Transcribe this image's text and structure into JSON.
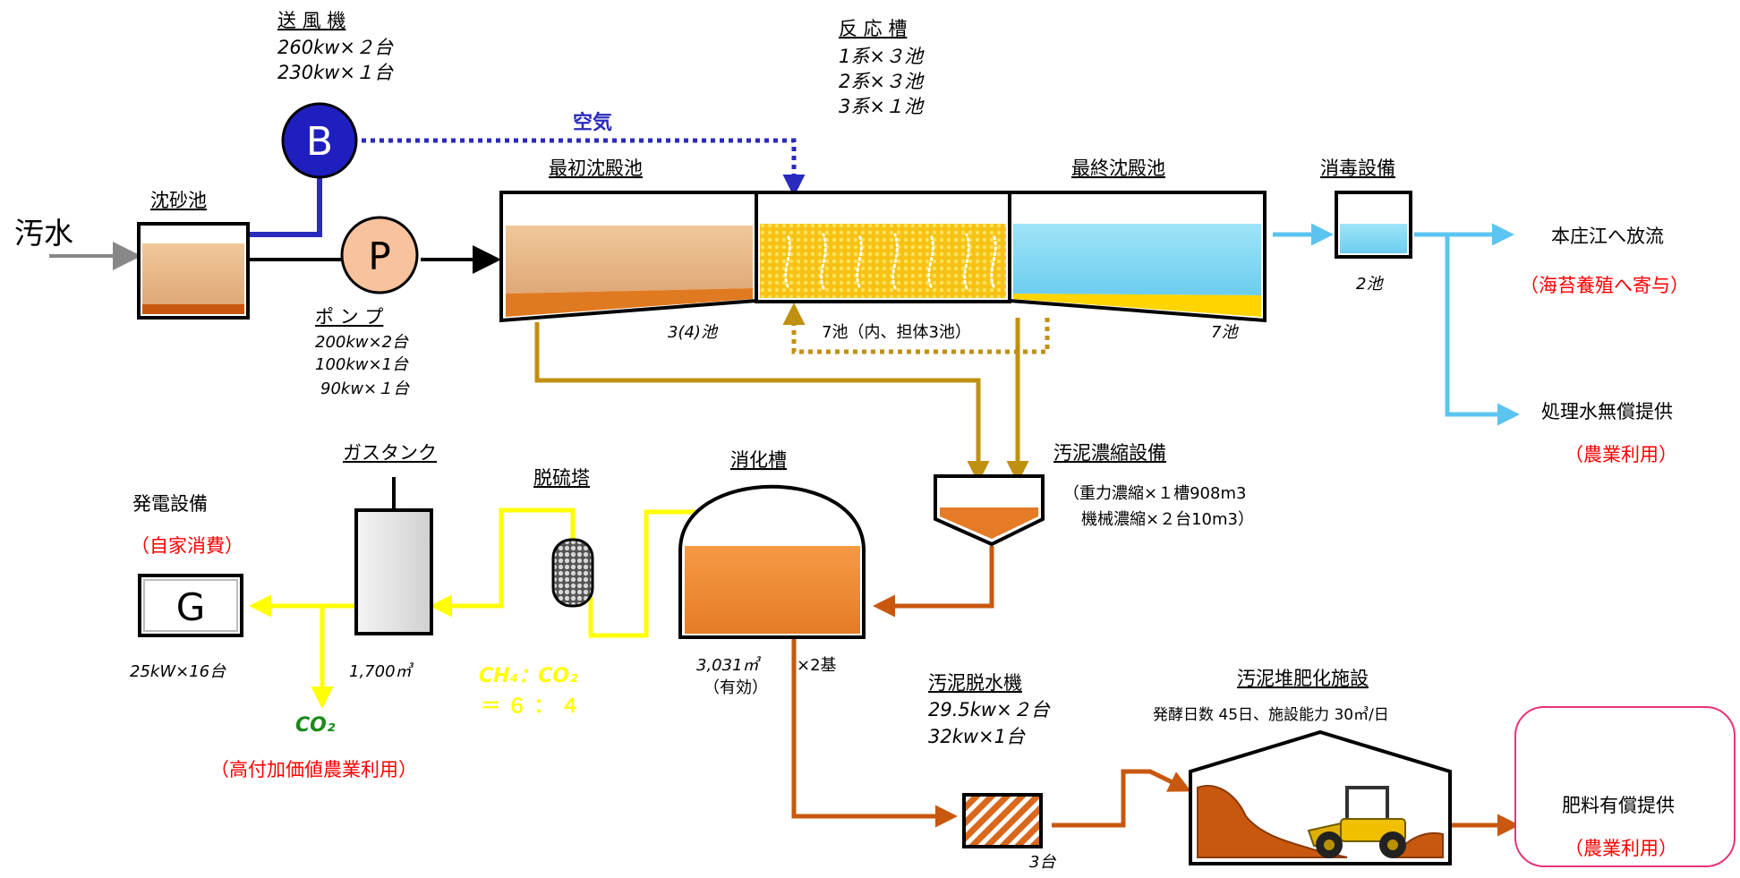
{
  "intake": {
    "label": "汚水"
  },
  "grit_chamber": {
    "title": "沈砂池"
  },
  "blower": {
    "title": "送 風 機",
    "spec1": "260kw×２台",
    "spec2": "230kw×１台",
    "symbol": "B"
  },
  "air": {
    "label": "空気"
  },
  "pump": {
    "symbol": "P",
    "title": "ポ ン プ",
    "spec1": "200kw×2台",
    "spec2": "100kw×1台",
    "spec3": "90kw×１台"
  },
  "primary_clarifier": {
    "title": "最初沈殿池",
    "count": "3(4)池"
  },
  "reaction_tank": {
    "title": "反 応 槽",
    "spec1": "1系×３池",
    "spec2": "2系×３池",
    "spec3": "3系×１池",
    "count": "7池（内、担体3池）"
  },
  "final_clarifier": {
    "title": "最終沈殿池",
    "count": "7池"
  },
  "disinfection": {
    "title": "消毒設備",
    "count": "2池"
  },
  "discharge": {
    "label": "本庄江へ放流",
    "note": "（海苔養殖へ寄与）"
  },
  "treated_water": {
    "label": "処理水無償提供",
    "note": "（農業利用）"
  },
  "thickener": {
    "title": "汚泥濃縮設備",
    "spec1": "（重力濃縮×１槽908m3",
    "spec2": "機械濃縮×２台10m3）"
  },
  "digester": {
    "title": "消化槽",
    "capacity": "3,031㎥",
    "effective": "（有効）",
    "count": "×2基"
  },
  "desulfurizer": {
    "title": "脱硫塔",
    "ratio1": "CH₄：CO₂",
    "ratio2": "＝ ６ ： ４"
  },
  "gas_tank": {
    "title": "ガスタンク",
    "capacity": "1,700㎥"
  },
  "generator": {
    "title": "発電設備",
    "note": "（自家消費）",
    "symbol": "G",
    "spec": "25kW×16台"
  },
  "co2": {
    "label": "CO₂",
    "note": "（高付加価値農業利用）"
  },
  "dewatering": {
    "title": "汚泥脱水機",
    "spec1": "29.5kw×２台",
    "spec2": "32kw×1台",
    "count": "3台"
  },
  "composting": {
    "title": "汚泥堆肥化施設",
    "spec": "発酵日数 45日、施設能力 30㎥/日"
  },
  "fertilizer": {
    "label": "肥料有償提供",
    "note": "（農業利用）"
  },
  "colors": {
    "air_line": "#2a2abf",
    "sludge_line": "#c09010",
    "treated_water": "#5bc4f0",
    "gas_line": "#ffff00",
    "digested_sludge": "#c8580f",
    "highlight_red": "#ff0000",
    "co2_green": "#1a8a1a"
  }
}
